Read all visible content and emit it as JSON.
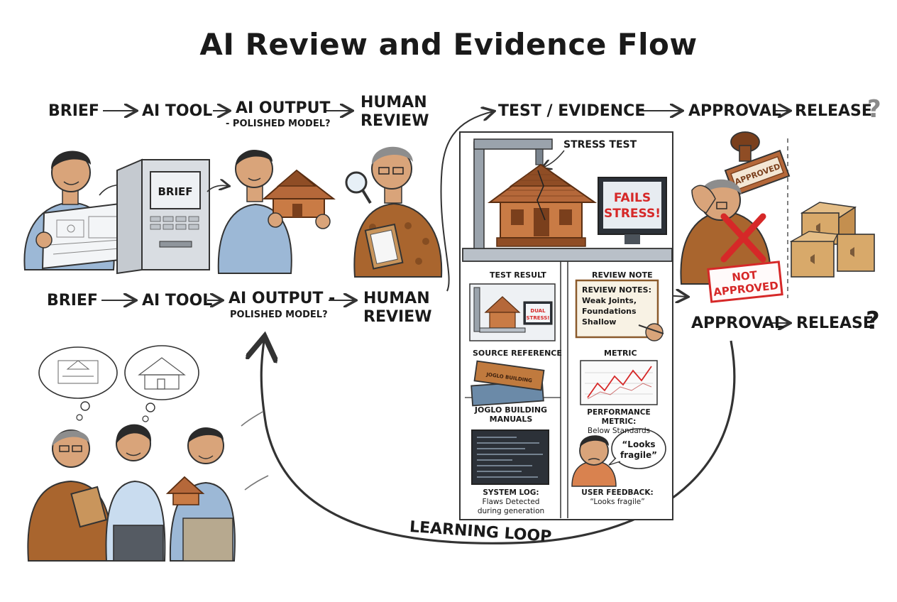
{
  "title": "AI Review and Evidence Flow",
  "top_flow": {
    "brief": "BRIEF",
    "ai_tool": "AI TOOL",
    "ai_output": "AI OUTPUT",
    "ai_output_sub": "- POLISHED MODEL?",
    "human_review_1": "HUMAN",
    "human_review_2": "REVIEW",
    "test_evidence": "TEST / EVIDENCE",
    "approval": "APPROVAL",
    "release": "RELEASE",
    "question": "?"
  },
  "mid_flow": {
    "brief": "BRIEF",
    "ai_tool": "AI TOOL",
    "ai_output": "AI OUTPUT -",
    "ai_output_sub": "POLISHED MODEL?",
    "human_review_1": "HUMAN",
    "human_review_2": "REVIEW",
    "approval": "APPROVAL",
    "release": "RELEASE",
    "question": "?"
  },
  "illustrations": {
    "machine_screen": "BRIEF",
    "stress_test": "STRESS TEST",
    "monitor_text_1": "FAILS",
    "monitor_text_2": "STRESS!",
    "stamp": "APPROVED",
    "not_approved_1": "NOT",
    "not_approved_2": "APPROVED"
  },
  "evidence_panel": {
    "test_result": "TEST RESULT",
    "test_result_screen_1": "DUAL",
    "test_result_screen_2": "STRESS!",
    "review_note": "REVIEW NOTE",
    "review_notes_1": "REVIEW NOTES:",
    "review_notes_2": "Weak Joints,",
    "review_notes_3": "Foundations",
    "review_notes_4": "Shallow",
    "source_reference": "SOURCE REFERENCE",
    "book_spine": "JOGLO BUILDING",
    "joglo_1": "JOGLO BUILDING",
    "joglo_2": "MANUALS",
    "metric": "METRIC",
    "performance_1": "PERFORMANCE METRIC:",
    "performance_2": "Below Standards",
    "system_log_1": "SYSTEM LOG:",
    "system_log_2": "Flaws Detected",
    "system_log_3": "during generation",
    "feedback_bubble_1": "“Looks",
    "feedback_bubble_2": "fragile”",
    "user_feedback_1": "USER FEEDBACK:",
    "user_feedback_2": "“Looks fragile”"
  },
  "loop_label": "LEARNING LOOP",
  "colors": {
    "ink": "#1a1a1a",
    "wood": "#b5683a",
    "wood_dark": "#7a3f1c",
    "shirt_blue": "#9cb8d6",
    "batik": "#a9652e",
    "skin": "#d9a47a",
    "red": "#d62828",
    "machine_gray": "#d9dde2",
    "box": "#d8a96a",
    "question_gray": "#8a8a8a"
  }
}
